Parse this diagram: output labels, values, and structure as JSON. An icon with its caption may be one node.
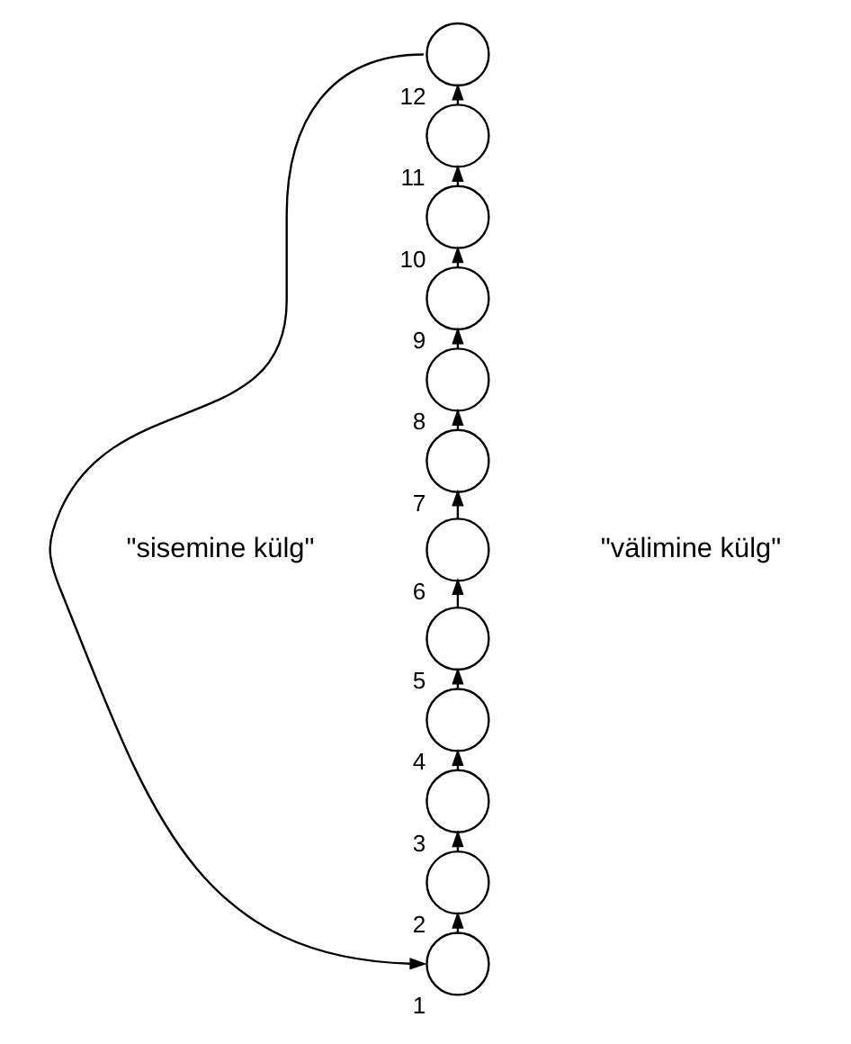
{
  "diagram": {
    "nodes": [
      {
        "text": [],
        "shape": "circle",
        "beside": [
          "12"
        ]
      },
      {
        "text": [],
        "shape": "circle",
        "beside": [
          "11"
        ]
      },
      {
        "text": [],
        "shape": "circle",
        "beside": [
          "10"
        ]
      },
      {
        "text": [],
        "shape": "circle",
        "beside": [
          "9"
        ]
      },
      {
        "text": [],
        "shape": "circle",
        "beside": [
          "8"
        ]
      },
      {
        "text": [],
        "shape": "circle",
        "beside": [
          "7"
        ]
      },
      {
        "text": [],
        "shape": "circle",
        "beside": [
          "6"
        ]
      },
      {
        "text": [],
        "shape": "circle",
        "beside": [
          "5"
        ]
      },
      {
        "text": [],
        "shape": "circle",
        "beside": [
          "4"
        ]
      },
      {
        "text": [],
        "shape": "circle",
        "beside": [
          "3"
        ]
      },
      {
        "text": [],
        "shape": "circle",
        "beside": [
          "2"
        ]
      },
      {
        "text": [],
        "shape": "circle",
        "beside": [
          "1"
        ]
      }
    ],
    "edges": [
      {
        "from": 11,
        "to": 10,
        "arrow": "to"
      },
      {
        "from": 10,
        "to": 9,
        "arrow": "to"
      },
      {
        "from": 9,
        "to": 8,
        "arrow": "to"
      },
      {
        "from": 8,
        "to": 7,
        "arrow": "to"
      },
      {
        "from": 7,
        "to": 6,
        "arrow": "to"
      },
      {
        "from": 6,
        "to": 5,
        "arrow": "to"
      },
      {
        "from": 5,
        "to": 4,
        "arrow": "to"
      },
      {
        "from": 4,
        "to": 3,
        "arrow": "to"
      },
      {
        "from": 3,
        "to": 2,
        "arrow": "to"
      },
      {
        "from": 2,
        "to": 1,
        "arrow": "to"
      },
      {
        "from": 1,
        "to": 0,
        "arrow": "to"
      },
      {
        "from": 0,
        "to": 11,
        "arrow": "to"
      }
    ],
    "labels": [
      "\"sisemine külg\"",
      "\"välimine külg\""
    ]
  }
}
